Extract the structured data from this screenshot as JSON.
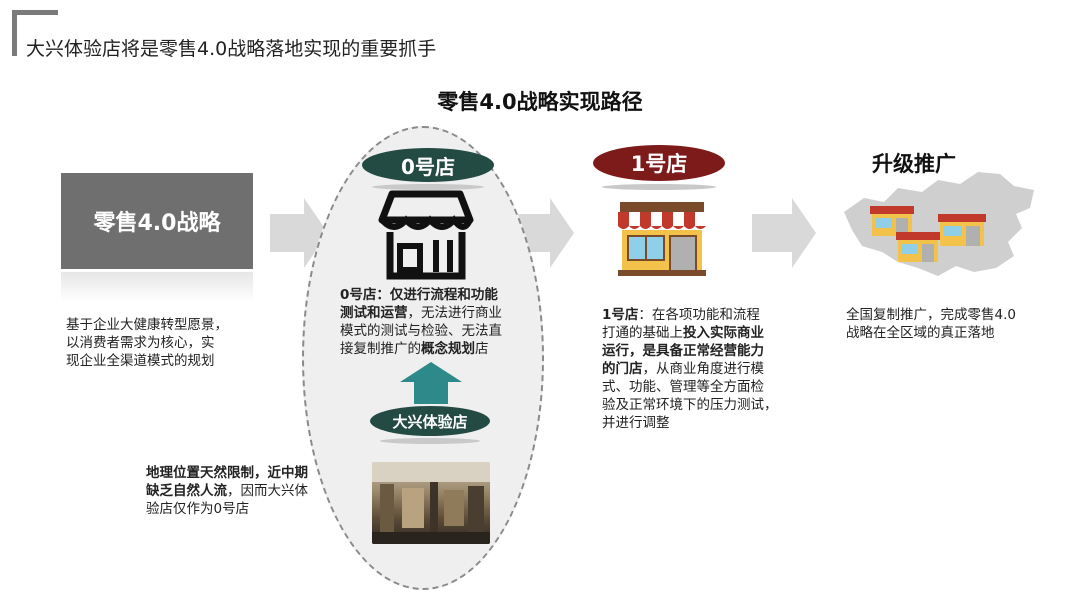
{
  "header": {
    "title": "大兴体验店将是零售4.0战略落地实现的重要抓手"
  },
  "diagram": {
    "subtitle": "零售4.0战略实现路径"
  },
  "strategy": {
    "box_label": "零售4.0战略",
    "description": [
      "基于企业大健康转型愿景，",
      "以消费者需求为核心，实",
      "现企业全渠道模式的规划"
    ]
  },
  "store0": {
    "label": "0号店",
    "line1_b": "0号店：仅进行流程和功能",
    "line2_b": "测试和运营",
    "line2_t": "，无法进行商业",
    "line3_t": "模式的测试与检验、无法直",
    "line4_t": "接复制推广的",
    "line4_b": "概念规划",
    "line4_t2": "店"
  },
  "daxing": {
    "badge": "大兴体验店",
    "line1_b": "地理位置天然限制，近中期",
    "line2_b": "缺乏自然人流",
    "line2_t": "，因而大兴体",
    "line3_t": "验店仅作为0号店"
  },
  "store1": {
    "label": "1号店",
    "line1_b": "1号店",
    "line1_t": "：在各项功能和流程",
    "line2_t": "打通的基础上",
    "line2_b": "投入实际商业",
    "line3_b": "运行，是具备正常经营能力",
    "line4_b": "的门店",
    "line4_t": "，从商业角度进行模",
    "line5_t": "式、功能、管理等全方面检",
    "line6_t": "验及正常环境下的压力测试，",
    "line7_t": "并进行调整"
  },
  "promotion": {
    "label": "升级推广",
    "line1": "全国复制推广，完成零售4.0",
    "line2": "战略在全区域的真正落地"
  },
  "colors": {
    "dark_teal": "#244a44",
    "dark_red": "#7d1a1a",
    "gray_box": "#6f6f6f",
    "arrow": "#d9d9d9",
    "awning_red": "#c0392b"
  }
}
